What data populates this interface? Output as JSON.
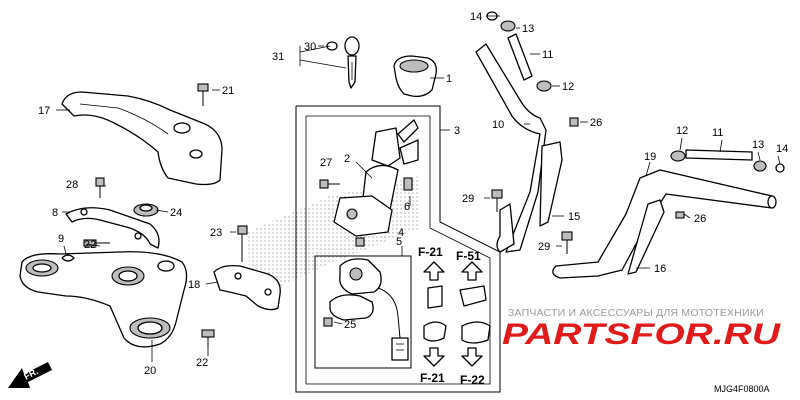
{
  "callouts": [
    {
      "id": "c1",
      "label": "1"
    },
    {
      "id": "c2",
      "label": "2"
    },
    {
      "id": "c3",
      "label": "3"
    },
    {
      "id": "c4",
      "label": "4"
    },
    {
      "id": "c5",
      "label": "5"
    },
    {
      "id": "c6",
      "label": "6"
    },
    {
      "id": "c8",
      "label": "8"
    },
    {
      "id": "c9",
      "label": "9"
    },
    {
      "id": "c10",
      "label": "10"
    },
    {
      "id": "c11a",
      "label": "11"
    },
    {
      "id": "c11b",
      "label": "11"
    },
    {
      "id": "c12a",
      "label": "12"
    },
    {
      "id": "c12b",
      "label": "12"
    },
    {
      "id": "c13a",
      "label": "13"
    },
    {
      "id": "c13b",
      "label": "13"
    },
    {
      "id": "c14a",
      "label": "14"
    },
    {
      "id": "c14b",
      "label": "14"
    },
    {
      "id": "c15",
      "label": "15"
    },
    {
      "id": "c16",
      "label": "16"
    },
    {
      "id": "c17",
      "label": "17"
    },
    {
      "id": "c18",
      "label": "18"
    },
    {
      "id": "c19",
      "label": "19"
    },
    {
      "id": "c20",
      "label": "20"
    },
    {
      "id": "c21",
      "label": "21"
    },
    {
      "id": "c22a",
      "label": "22"
    },
    {
      "id": "c22b",
      "label": "22"
    },
    {
      "id": "c23",
      "label": "23"
    },
    {
      "id": "c24",
      "label": "24"
    },
    {
      "id": "c25",
      "label": "25"
    },
    {
      "id": "c26a",
      "label": "26"
    },
    {
      "id": "c26b",
      "label": "26"
    },
    {
      "id": "c27",
      "label": "27"
    },
    {
      "id": "c28",
      "label": "28"
    },
    {
      "id": "c29a",
      "label": "29"
    },
    {
      "id": "c29b",
      "label": "29"
    },
    {
      "id": "c30",
      "label": "30"
    },
    {
      "id": "c31",
      "label": "31"
    }
  ],
  "section_refs": {
    "f21_top": "F-21",
    "f51": "F-51",
    "f21_bottom": "F-21",
    "f22": "F-22"
  },
  "front_arrow": "FR.",
  "diagram_code": "MJG4F0800A",
  "watermark": {
    "tagline": "ЗАПЧАСТИ И АКСЕССУАРЫ ДЛЯ МОТОТЕХНИКИ",
    "brand": "PARTSFOR.RU"
  }
}
